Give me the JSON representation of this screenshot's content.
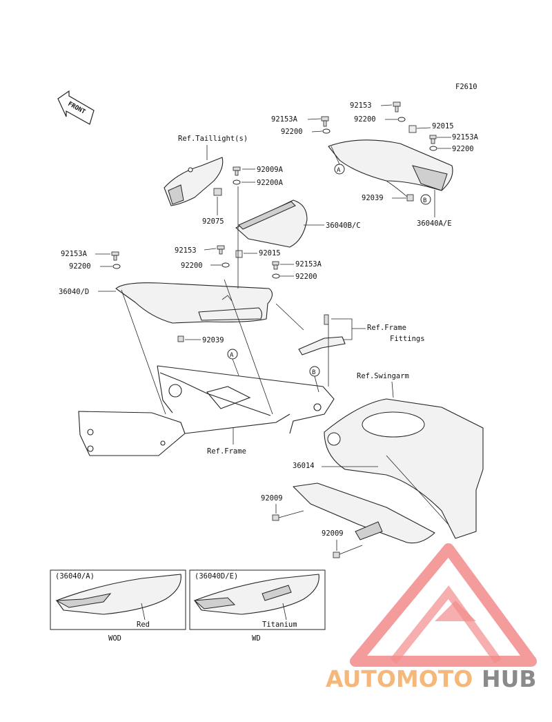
{
  "figure_code": "F2610",
  "front_label": "FRONT",
  "labels": {
    "p92153_top": "92153",
    "p92153A_top": "92153A",
    "p92200_top_l": "92200",
    "p92200_top_r": "92200",
    "p92015_top": "92015",
    "p92153A_right": "92153A",
    "p92200_right": "92200",
    "p92039_right": "92039",
    "p36040AE": "36040A/E",
    "ref_taillight": "Ref.Taillight(s)",
    "p92009A": "92009A",
    "p92200A": "92200A",
    "p92075": "92075",
    "p36040BC": "36040B/C",
    "p92153_mid": "92153",
    "p92015_mid": "92015",
    "p92200_mid": "92200",
    "p92153A_mid": "92153A",
    "p92200_mid_r": "92200",
    "p92153A_left": "92153A",
    "p92200_left": "92200",
    "p36040D": "36040/D",
    "p92039_mid": "92039",
    "ref_frame_fittings_1": "Ref.Frame",
    "ref_frame_fittings_2": "Fittings",
    "ref_swingarm": "Ref.Swingarm",
    "ref_frame": "Ref.Frame",
    "p36014": "36014",
    "p92009_a": "92009",
    "p92009_b": "92009",
    "callout_a": "A",
    "callout_b": "B"
  },
  "insets": [
    {
      "code": "(36040/A)",
      "color": "Red",
      "model": "WOD"
    },
    {
      "code": "(36040D/E)",
      "color": "Titanium",
      "model": "WD"
    }
  ],
  "watermark": {
    "part1": "AUTOMOTO",
    "part2": "HUB",
    "color1": "#f5b87a",
    "color2": "#8a8a8a",
    "triangle_color": "#f28b8b"
  }
}
